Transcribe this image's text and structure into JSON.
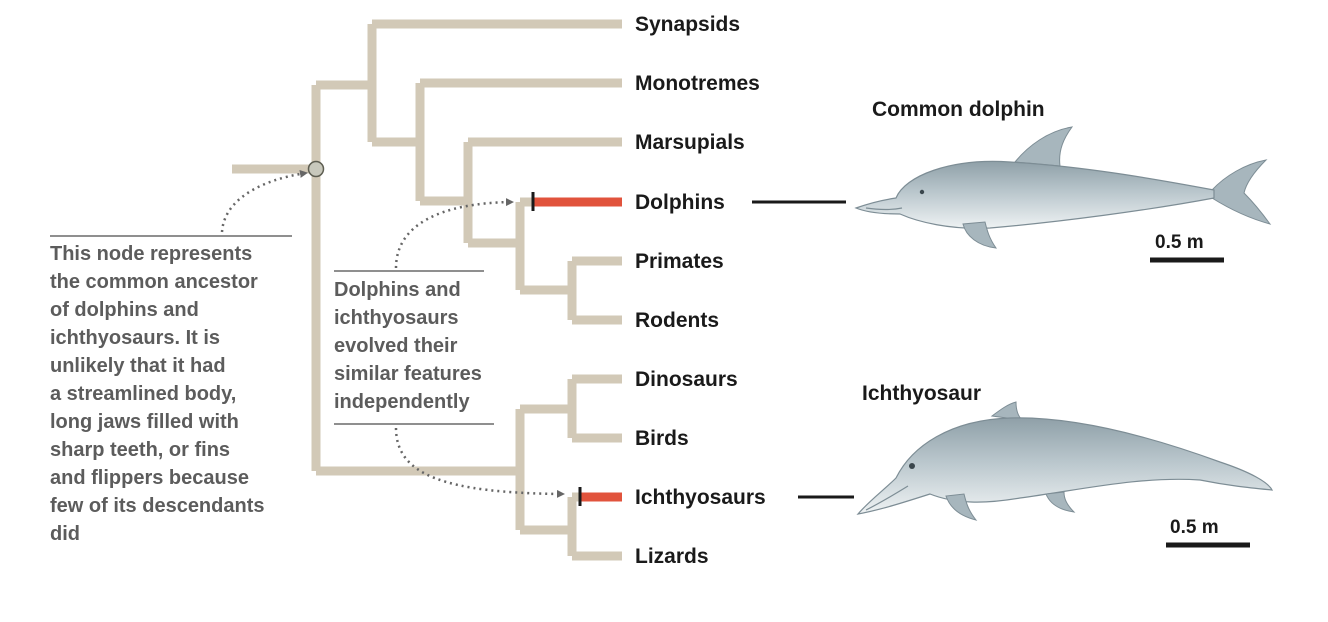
{
  "taxa": [
    "Synapsids",
    "Monotremes",
    "Marsupials",
    "Dolphins",
    "Primates",
    "Rodents",
    "Dinosaurs",
    "Birds",
    "Ichthyosaurs",
    "Lizards"
  ],
  "node_note": [
    "This node represents",
    "the common ancestor",
    "of dolphins and",
    "ichthyosaurs. It is",
    "unlikely that it had",
    "a streamlined body,",
    "long jaws filled with",
    "sharp teeth, or fins",
    "and flippers because",
    "few of its descendants",
    "did"
  ],
  "convergence_note": [
    "Dolphins and",
    "ichthyosaurs",
    "evolved their",
    "similar features",
    "independently"
  ],
  "dolphin": {
    "title": "Common dolphin",
    "scale_label": "0.5 m"
  },
  "ichthyosaur": {
    "title": "Ichthyosaur",
    "scale_label": "0.5 m"
  },
  "colors": {
    "branch": "#d2c9b7",
    "highlight": "#e1533c",
    "text": "#1a1a1a",
    "note": "#5c5c5c",
    "animal": "#b9c6cc"
  }
}
